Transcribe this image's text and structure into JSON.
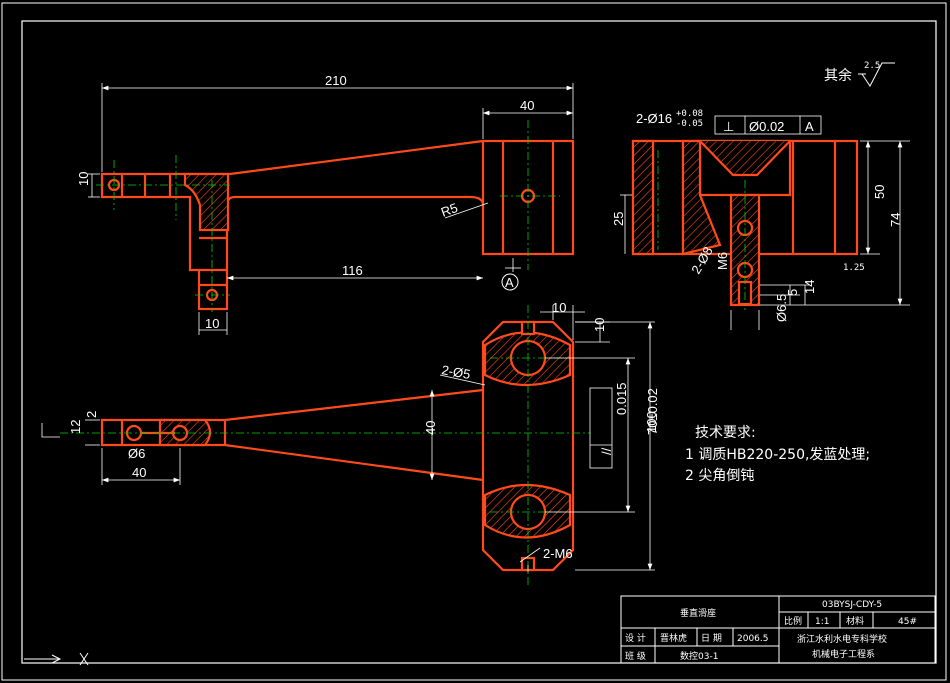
{
  "top_view": {
    "dim_length": "210",
    "dim_block_width": "40",
    "dim_arm_height": "10",
    "dim_arm_tip": "10",
    "dim_inner_length": "116",
    "radius": "R5",
    "section_marker": "A"
  },
  "section_view": {
    "hole_spec": "2-Ø16",
    "hole_tol_upper": "+0.08",
    "hole_tol_lower": "-0.05",
    "tol_symbol": "⊥",
    "tol_value": "Ø0.02",
    "tol_datum": "A",
    "dim_50": "50",
    "dim_74": "74",
    "dim_25": "25",
    "dim_14": "14",
    "dim_5": "5",
    "dim_d65": "Ø6.5",
    "thread_m6": "M6",
    "thread_2d8": "2-Ø8"
  },
  "roughness": {
    "prefix": "其余",
    "value": "2.5",
    "small_value": "1.25"
  },
  "front_view": {
    "dim_top_10": "10",
    "dim_side_10": "10",
    "chamfer": "2-Ø5",
    "parallel_value": "0.015",
    "dim_70": "70±0.02",
    "dim_100": "100",
    "dim_40_mid": "40",
    "dim_bottom_thread": "2-M6",
    "dim_arm_40": "40",
    "dim_d6": "Ø6",
    "dim_12": "12",
    "dim_2": "2"
  },
  "tech_requirements": {
    "title": "技术要求:",
    "items": [
      "1  调质HB220-250,发蓝处理;",
      "2  尖角倒钝"
    ]
  },
  "title_block": {
    "part_name": "垂直滑座",
    "drawing_no": "03BYSJ-CDY-5",
    "scale_label": "比例",
    "scale_value": "1:1",
    "material_label": "材料",
    "material_value": "45#",
    "design_label": "设 计",
    "designer": "晋林虎",
    "date_label": "日 期",
    "date_value": "2006.5",
    "class_label": "班 级",
    "class_value": "数控03-1",
    "school": "浙江水利水电专科学校",
    "department": "机械电子工程系"
  }
}
